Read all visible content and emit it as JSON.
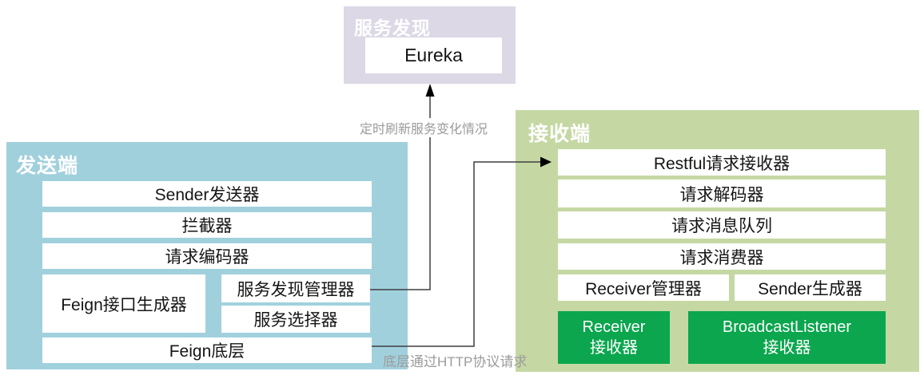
{
  "service_discovery": {
    "title": "服务发现",
    "node": "Eureka"
  },
  "sender": {
    "title": "发送端",
    "rows": {
      "sender": "Sender发送器",
      "interceptor": "拦截器",
      "encoder": "请求编码器",
      "feign_interface": "Feign接口生成器",
      "discovery_manager": "服务发现管理器",
      "service_selector": "服务选择器",
      "feign_base": "Feign底层"
    }
  },
  "receiver": {
    "title": "接收端",
    "rows": {
      "restful": "Restful请求接收器",
      "decoder": "请求解码器",
      "queue": "请求消息队列",
      "consumer": "请求消费器",
      "receiver_manager": "Receiver管理器",
      "sender_generator": "Sender生成器"
    },
    "buttons": {
      "receiver_line1": "Receiver",
      "receiver_line2": "接收器",
      "broadcast_line1": "BroadcastListener",
      "broadcast_line2": "接收器"
    }
  },
  "connections": {
    "refresh_label": "定时刷新服务变化情况",
    "http_label": "底层通过HTTP协议请求"
  },
  "colors": {
    "sender_bg": "#A1D0DD",
    "receiver_bg": "#C5D8A4",
    "discovery_bg": "#DCD8E6",
    "button_green": "#0BA64E",
    "row_bg": "#FFFFFF",
    "label_gray": "#9B9B9B",
    "line": "#3F3F3F",
    "arrowhead": "#000000"
  }
}
